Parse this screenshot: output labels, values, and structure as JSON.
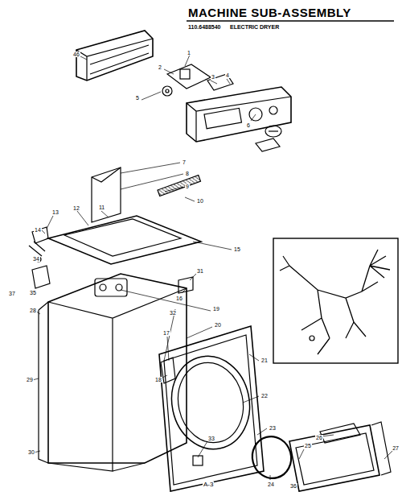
{
  "diagram": {
    "title": "MACHINE SUB-ASSEMBLY",
    "labels": [
      "110.6488540",
      "ELECTRIC DRYER",
      "46",
      "1",
      "2",
      "3",
      "4",
      "5",
      "6",
      "7",
      "8",
      "9",
      "10",
      "11",
      "12",
      "13",
      "14",
      "15",
      "16",
      "17",
      "18",
      "19",
      "20",
      "21",
      "22",
      "23",
      "24",
      "25",
      "26",
      "27",
      "28",
      "29",
      "30",
      "31",
      "32",
      "33",
      "34",
      "35",
      "36",
      "37",
      "A-3"
    ]
  }
}
